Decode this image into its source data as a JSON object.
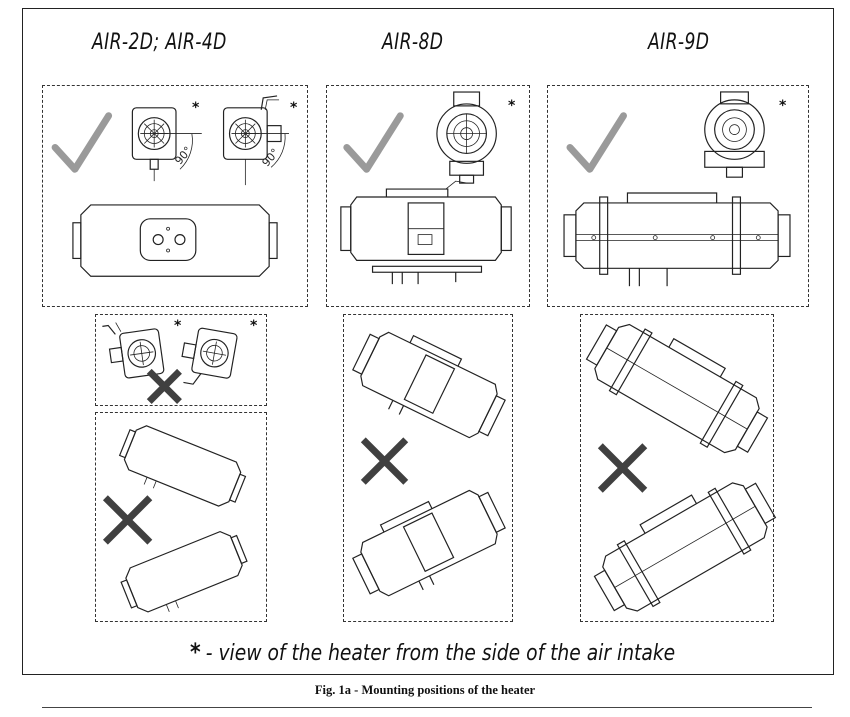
{
  "columns": [
    {
      "title": "AIR-2D; AIR-4D"
    },
    {
      "title": "AIR-8D"
    },
    {
      "title": "AIR-9D"
    }
  ],
  "marks": {
    "star": "*",
    "angle_label": "90°"
  },
  "icons": {
    "correct": "check-mark-icon",
    "incorrect": "cross-mark-icon"
  },
  "colors": {
    "check": "#9a9a9a",
    "cross": "#404040"
  },
  "footnote": {
    "star": "*",
    "text": "- view of the heater from the side of the air intake"
  },
  "caption": "Fig. 1a - Mounting positions of the heater"
}
